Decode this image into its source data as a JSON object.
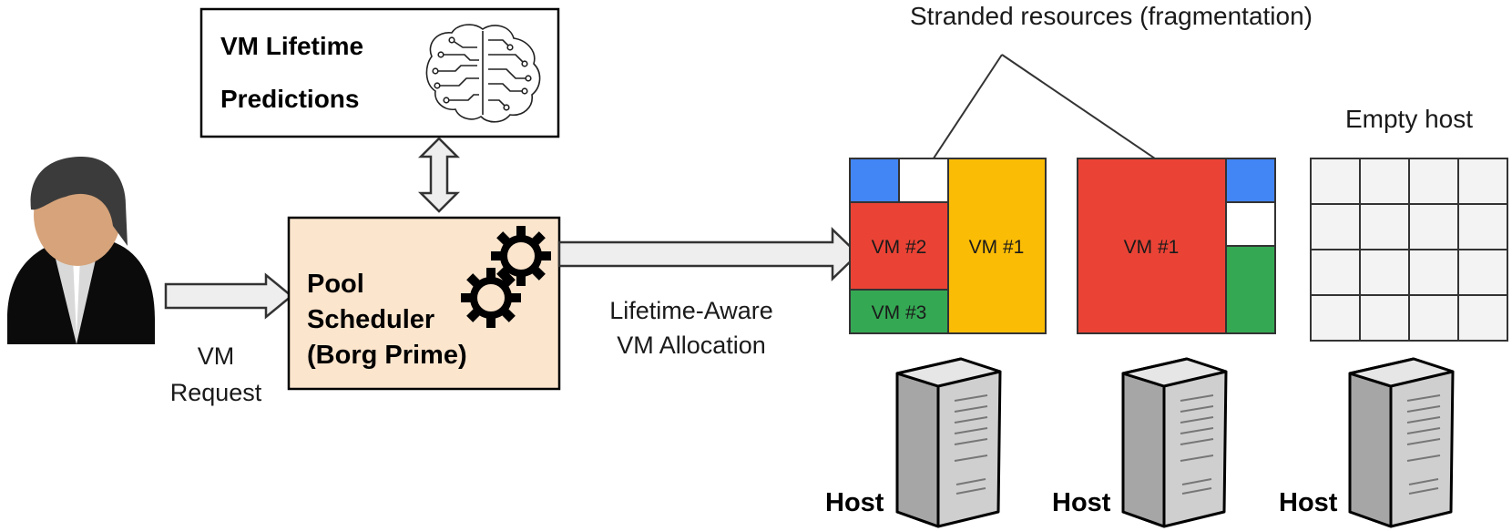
{
  "predictions_box": {
    "line1": "VM Lifetime",
    "line2": "Predictions"
  },
  "scheduler_box": {
    "line1": "Pool",
    "line2": "Scheduler",
    "line3": "(Borg Prime)"
  },
  "request_label": {
    "line1": "VM",
    "line2": "Request"
  },
  "allocation_label": {
    "line1": "Lifetime-Aware",
    "line2": "VM Allocation"
  },
  "stranded_label": "Stranded resources (fragmentation)",
  "empty_host_label": "Empty host",
  "host1": {
    "vm_a": "VM #2",
    "vm_b": "VM #1",
    "vm_c": "VM #3",
    "label": "Host"
  },
  "host2": {
    "vm_a": "VM #1",
    "label": "Host"
  },
  "host3": {
    "label": "Host"
  },
  "colors": {
    "blue": "#4285f4",
    "red": "#ea4335",
    "yellow": "#fbbc05",
    "green": "#34a853",
    "scheduler_fill": "#fce5cd",
    "arrow_fill": "#eeeeee",
    "grid_cell": "#f3f3f3"
  },
  "icons": [
    "person-icon",
    "brain-circuit-icon",
    "gear-icon",
    "server-tower-icon"
  ]
}
